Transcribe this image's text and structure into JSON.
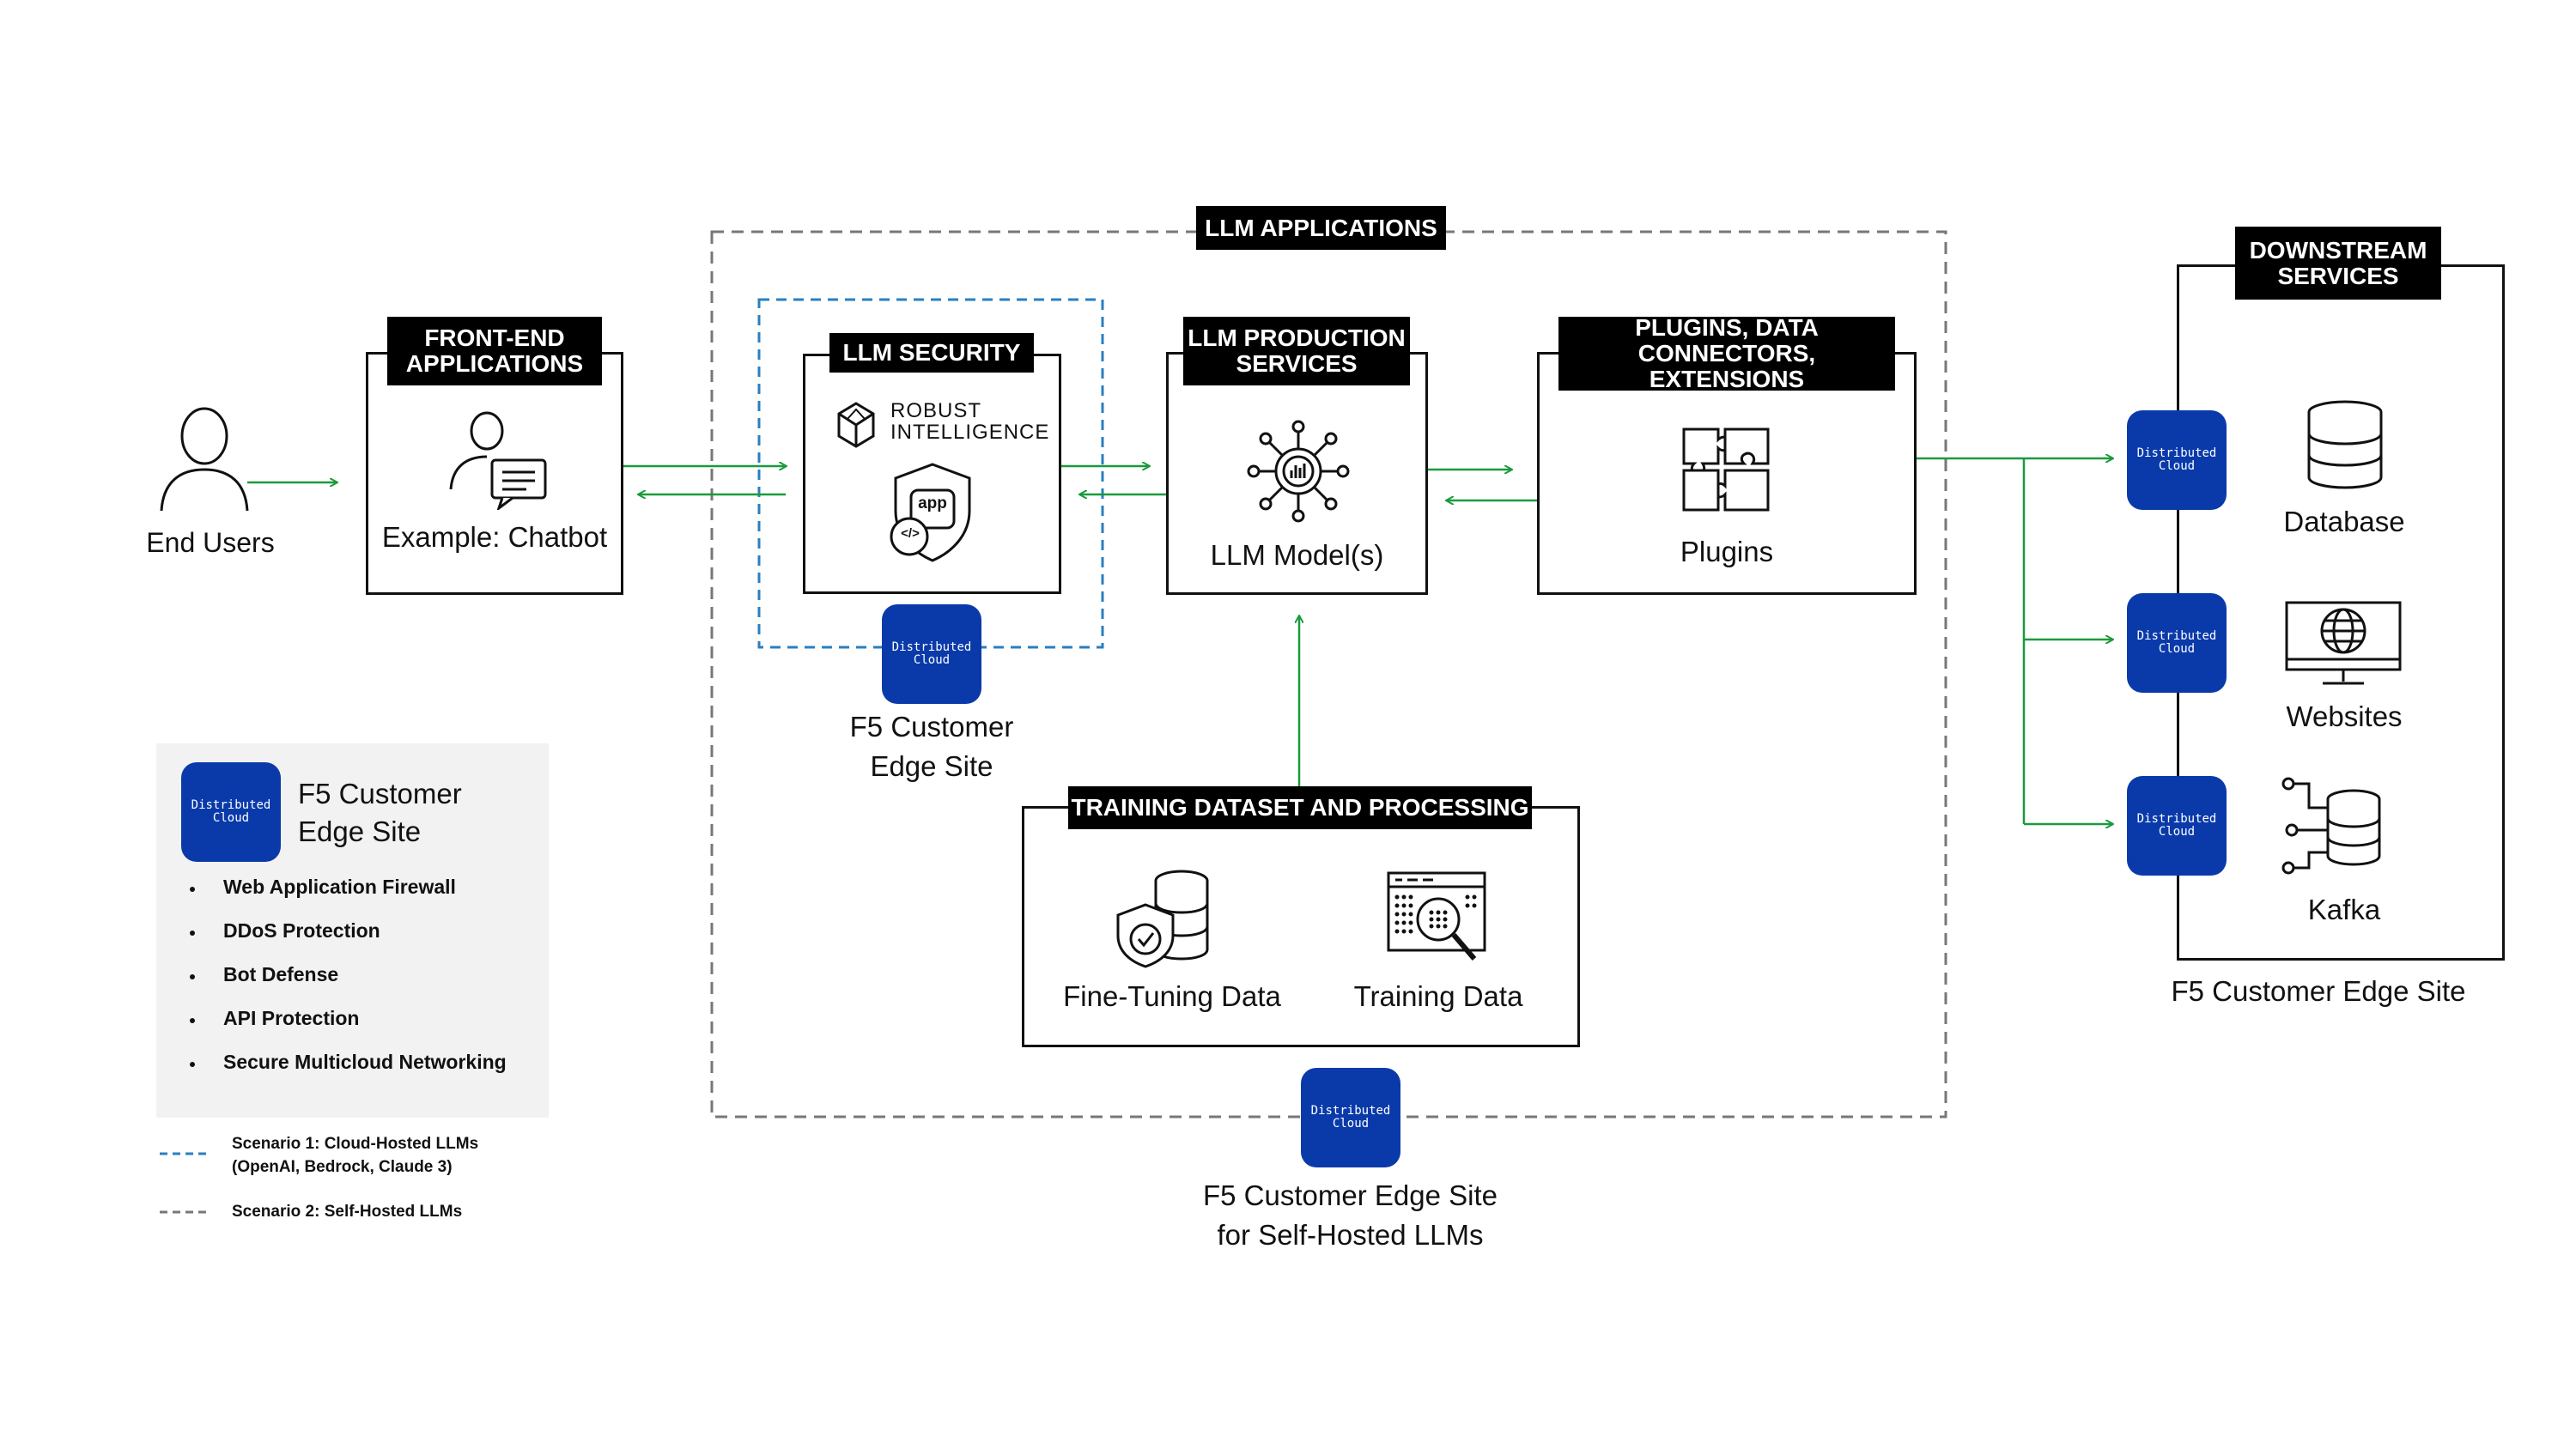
{
  "end_users": {
    "label": "End Users"
  },
  "frontend": {
    "tag": "FRONT-END\nAPPLICATIONS",
    "label": "Example: Chatbot"
  },
  "llm_apps": {
    "tag": "LLM APPLICATIONS"
  },
  "security": {
    "tag": "LLM SECURITY",
    "vendor": "ROBUST\nINTELLIGENCE",
    "app_badge": "app",
    "code_badge": "</>",
    "site_label": "F5 Customer\nEdge Site"
  },
  "production": {
    "tag": "LLM PRODUCTION\nSERVICES",
    "label": "LLM Model(s)"
  },
  "plugins": {
    "tag": "PLUGINS, DATA\nCONNECTORS, EXTENSIONS",
    "label": "Plugins"
  },
  "training": {
    "tag": "TRAINING DATASET AND PROCESSING",
    "fine_tuning": "Fine-Tuning Data",
    "training_data": "Training Data"
  },
  "self_hosted_site": {
    "label": "F5 Customer Edge Site\nfor Self-Hosted LLMs"
  },
  "downstream": {
    "tag": "DOWNSTREAM\nSERVICES",
    "database": "Database",
    "websites": "Websites",
    "kafka": "Kafka",
    "site_label": "F5 Customer Edge Site"
  },
  "distributed_cloud": {
    "text": "Distributed\nCloud"
  },
  "legend": {
    "title": "F5 Customer\nEdge Site",
    "features": [
      "Web Application Firewall",
      "DDoS Protection",
      "Bot Defense",
      "API Protection",
      "Secure Multicloud Networking"
    ],
    "scenario1": "Scenario 1: Cloud-Hosted LLMs\n(OpenAI, Bedrock, Claude 3)",
    "scenario2": "Scenario 2: Self-Hosted LLMs"
  },
  "colors": {
    "arrow": "#1a9a3c",
    "distributed_cloud": "#0a3aaa",
    "scenario1_line": "#2a7fc0",
    "scenario2_line": "#777777",
    "legend_bg": "#f2f2f2"
  }
}
